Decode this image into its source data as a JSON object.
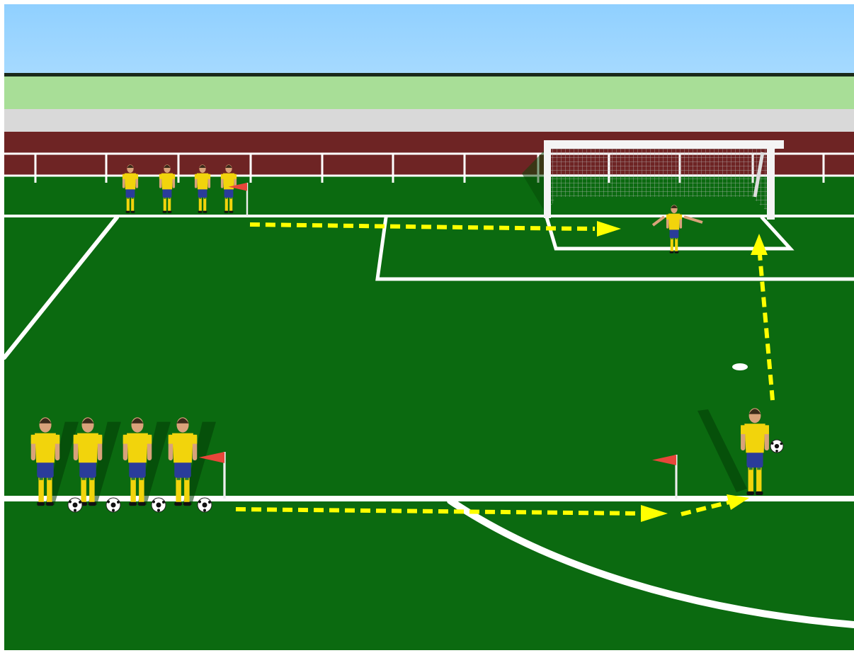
{
  "colors": {
    "sky": "#8ECFFF",
    "grass_far": "#A8DE97",
    "grandstand": "#D9D9D9",
    "track": "#6E2424",
    "pitch": "#0B6A10",
    "lines": "#FFFFFF",
    "arrow": "#FFFF00",
    "jersey": "#F2D40C",
    "shorts": "#2A3C9A",
    "socks": "#F2D40C",
    "flag": "#E8463A",
    "skin": "#D9A27A"
  },
  "icons": {
    "player": "player-figure-icon",
    "ball": "soccer-ball-icon",
    "flag": "corner-flag-icon",
    "goal": "goal-net-icon",
    "arrow": "dashed-arrow-icon"
  },
  "drill": {
    "top_line_players": 4,
    "bottom_line_players": 4,
    "balls_at_bottom_line": 4,
    "goalkeepers": 1,
    "thrower_players": 1
  }
}
